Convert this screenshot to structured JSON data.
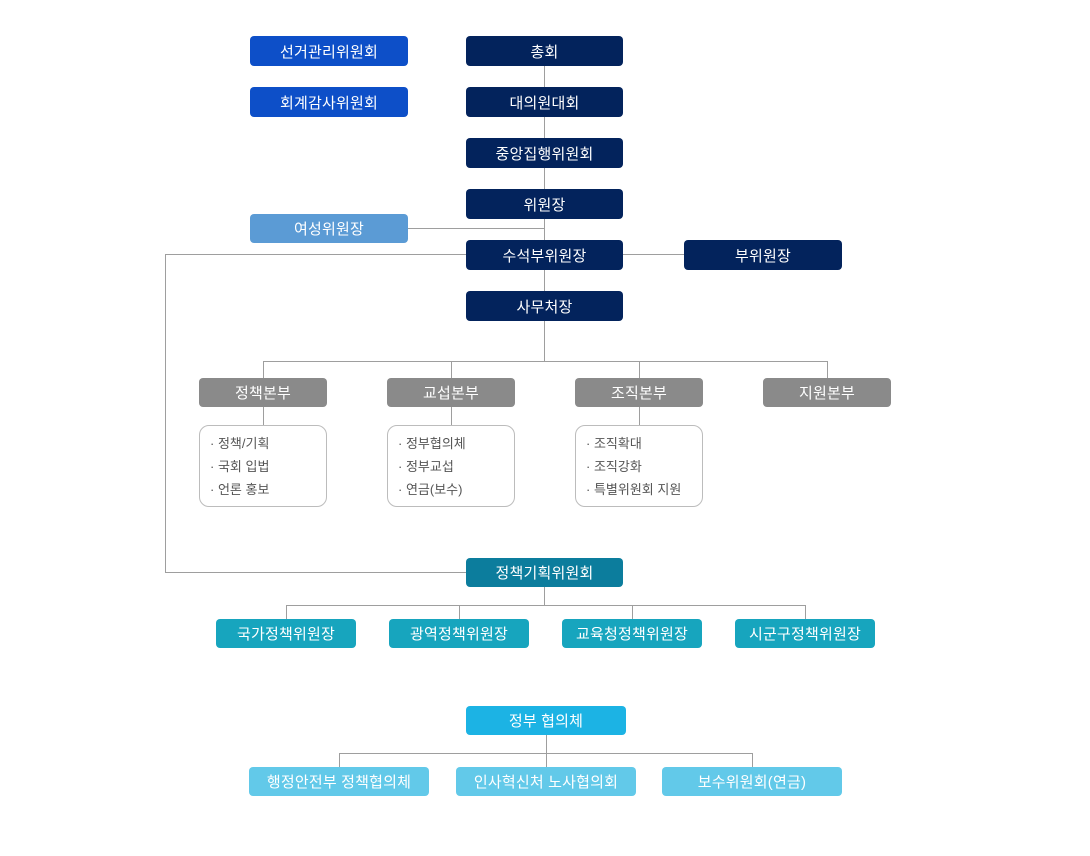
{
  "diagram": {
    "type": "org-chart",
    "nodes": {
      "election_committee": {
        "label": "선거관리위원회"
      },
      "audit_committee": {
        "label": "회계감사위원회"
      },
      "general_assembly": {
        "label": "총회"
      },
      "delegates_assembly": {
        "label": "대의원대회"
      },
      "central_executive_committee": {
        "label": "중앙집행위원회"
      },
      "chairperson": {
        "label": "위원장"
      },
      "womens_chair": {
        "label": "여성위원장"
      },
      "senior_vice_chair": {
        "label": "수석부위원장"
      },
      "vice_chair": {
        "label": "부위원장"
      },
      "secretary_general": {
        "label": "사무처장"
      },
      "policy_hq": {
        "label": "정책본부",
        "items": [
          "정책/기획",
          "국회 입법",
          "언론 홍보"
        ]
      },
      "negotiation_hq": {
        "label": "교섭본부",
        "items": [
          "정부협의체",
          "정부교섭",
          "연금(보수)"
        ]
      },
      "organization_hq": {
        "label": "조직본부",
        "items": [
          "조직확대",
          "조직강화",
          "특별위원회 지원"
        ]
      },
      "support_hq": {
        "label": "지원본부"
      },
      "policy_planning_committee": {
        "label": "정책기획위원회"
      },
      "national_policy_chair": {
        "label": "국가정책위원장"
      },
      "metropolitan_policy_chair": {
        "label": "광역정책위원장"
      },
      "education_office_policy_chair": {
        "label": "교육청정책위원장"
      },
      "city_county_policy_chair": {
        "label": "시군구정책위원장"
      },
      "government_council": {
        "label": "정부 협의체"
      },
      "interior_ministry_policy_council": {
        "label": "행정안전부 정책협의체"
      },
      "personnel_ministry_labor_council": {
        "label": "인사혁신처 노사협의회"
      },
      "remuneration_committee": {
        "label": "보수위원회(연금)"
      }
    },
    "colors": {
      "navy": "#03235C",
      "blue": "#0D4FC8",
      "light_blue": "#5B9BD5",
      "gray": "#8A8A8A",
      "dark_teal": "#0C7D9D",
      "teal": "#17A5BE",
      "cyan": "#1CB3E4",
      "light_cyan": "#62C9E9",
      "connector": "#9E9E9E"
    }
  }
}
